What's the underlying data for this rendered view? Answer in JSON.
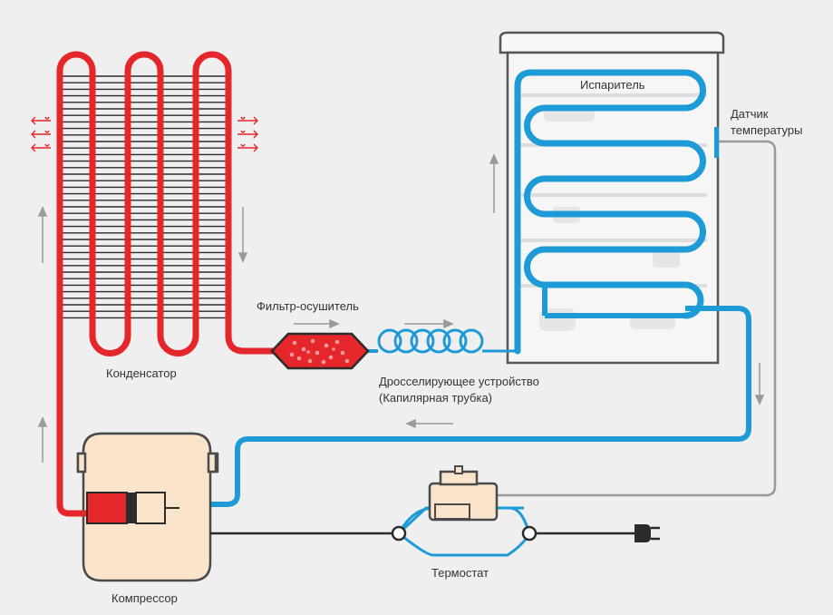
{
  "labels": {
    "condenser": "Конденсатор",
    "filter": "Фильтр-осушитель",
    "throttle_line1": "Дросселирующее устройство",
    "throttle_line2": "(Капилярная трубка)",
    "evaporator": "Испаритель",
    "sensor_line1": "Датчик",
    "sensor_line2": "температуры",
    "compressor": "Компрессор",
    "thermostat": "Термостат"
  },
  "colors": {
    "hot_line": "#e5262a",
    "cold_line": "#1e9bd7",
    "fin_line": "#2b2b2b",
    "arrow": "#9a9a9a",
    "body_fill": "#fbe4cc",
    "body_stroke": "#4a4a4a",
    "fridge_fill": "#f6f6f6",
    "sensor_wire": "#9a9a9a",
    "power_wire": "#2b2b2b"
  }
}
